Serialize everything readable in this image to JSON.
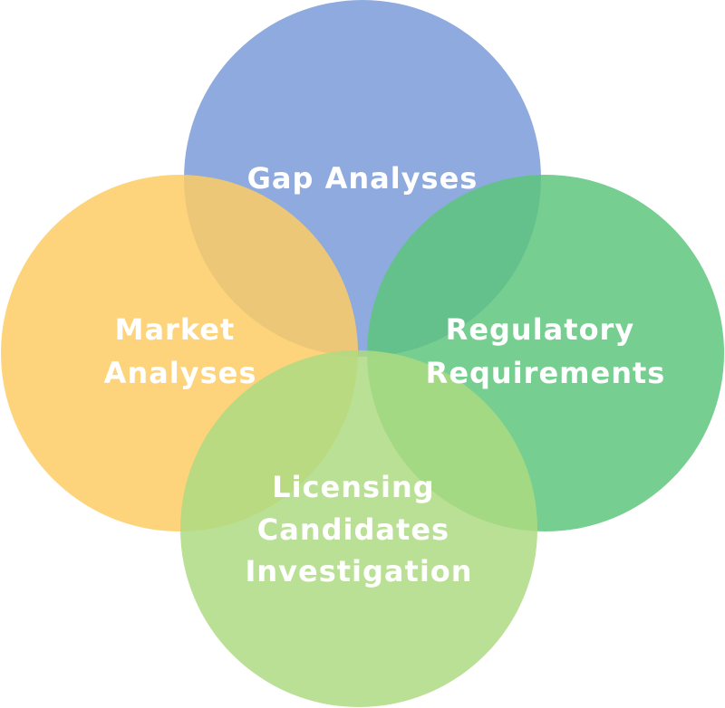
{
  "diagram": {
    "circles": [
      {
        "key": "gap",
        "label_lines": [
          "Gap Analyses"
        ],
        "color": "#7A9BD8"
      },
      {
        "key": "market",
        "label_lines": [
          "Market",
          "Analyses"
        ],
        "color": "#FDCD65"
      },
      {
        "key": "regulatory",
        "label_lines": [
          "Regulatory",
          "Requirements"
        ],
        "color": "#5EC57E"
      },
      {
        "key": "licensing",
        "label_lines": [
          "Licensing",
          "Candidates",
          "Investigation"
        ],
        "color": "#ADDA81"
      }
    ]
  }
}
